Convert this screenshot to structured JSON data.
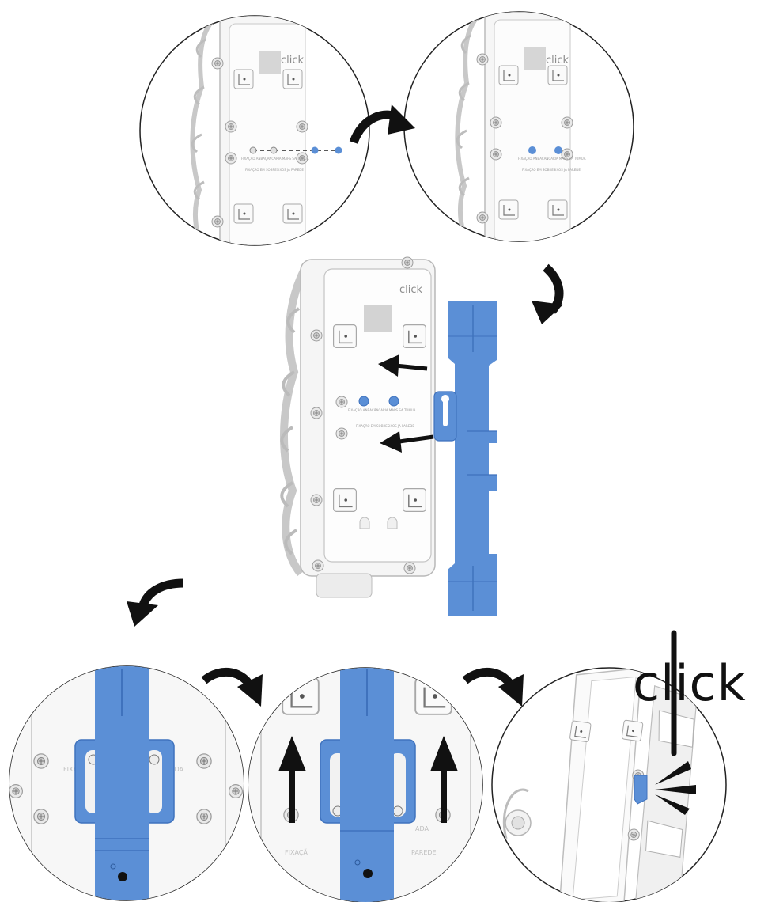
{
  "brand": {
    "logo_text": "click"
  },
  "callout": {
    "click_word": "click"
  },
  "colors": {
    "accent_blue": "#5b8fd6",
    "accent_blue_dark": "#3f72bd",
    "arrow": "#111111",
    "device_body": "#f4f4f4",
    "device_outline": "#b9b9b9",
    "circle_outline": "#222222"
  },
  "icons": {
    "step_arrow": "curved-arrow-icon",
    "push_arrow": "straight-arrow-icon",
    "screw": "screw-icon",
    "snap_lines": "snap-burst-icon"
  },
  "labels": {
    "device_label_1": "FIXAÇÃO ANBAÇÃNCARIA MAPS SA TUMUA",
    "device_label_2": "FIXAÇÃO EM SOBRESIXOS JA PAREDE",
    "plate_text_1": "FIXAÇ",
    "plate_text_2": "ADA",
    "plate_text_3": "FIXAÇÃ",
    "plate_text_4": "PAREDE"
  }
}
